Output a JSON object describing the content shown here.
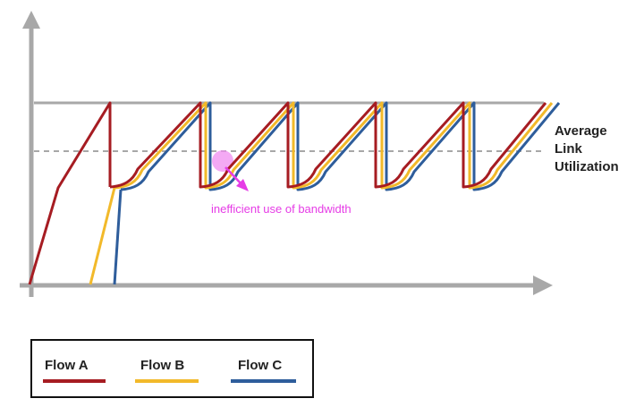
{
  "diagram": {
    "avg_label_line1": "Average",
    "avg_label_line2": "Link",
    "avg_label_line3": "Utilization",
    "annotation": "inefficient use of bandwidth"
  },
  "legend": {
    "items": [
      {
        "label": "Flow A",
        "color": "#a61c22"
      },
      {
        "label": "Flow B",
        "color": "#f2b92a"
      },
      {
        "label": "Flow C",
        "color": "#2e5d9b"
      }
    ]
  },
  "colors": {
    "axis": "#a8a8a8",
    "capacity_line": "#a8a8a8",
    "average_line": "#a8a8a8",
    "annotation": "#e63ce6",
    "highlight": "#f08cf0"
  },
  "icons": {
    "arrow": "annotation-arrow-icon"
  }
}
